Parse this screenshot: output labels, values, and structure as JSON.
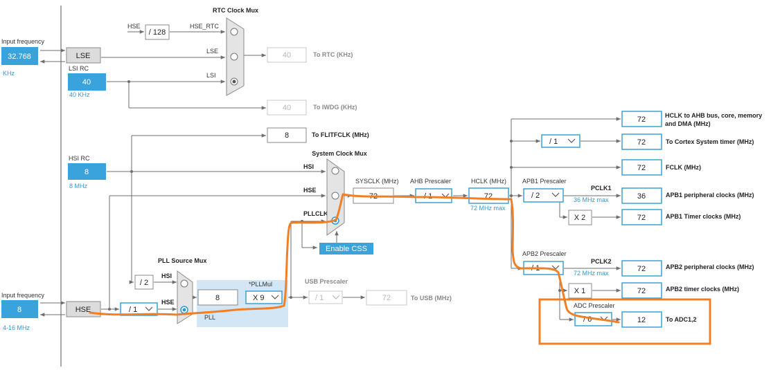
{
  "inputs": {
    "input_frequency_label": "Input frequency",
    "lse_freq": "32.768",
    "lse_unit": "KHz",
    "lse_label": "LSE",
    "lsi_rc_label": "LSI RC",
    "lsi_value": "40",
    "lsi_unit": "40 KHz",
    "hsi_rc_label": "HSI RC",
    "hsi_value": "8",
    "hsi_unit": "8 MHz",
    "hse_input_label": "Input frequency",
    "hse_freq": "8",
    "hse_range": "4-16 MHz",
    "hse_label": "HSE"
  },
  "rtc": {
    "mux_title": "RTC Clock Mux",
    "hse_label": "HSE",
    "div_128": "/ 128",
    "hse_rtc_label": "HSE_RTC",
    "lse_label": "LSE",
    "lsi_label": "LSI",
    "rtc_value": "40",
    "rtc_dest": "To RTC (KHz)",
    "iwdg_value": "40",
    "iwdg_dest": "To IWDG (KHz)"
  },
  "flit": {
    "value": "8",
    "dest": "To FLITFCLK (MHz)"
  },
  "sysclk_mux": {
    "title": "System Clock Mux",
    "hsi": "HSI",
    "hse": "HSE",
    "pllclk": "PLLCLK",
    "enable_css": "Enable CSS"
  },
  "sysclk": {
    "label": "SYSCLK (MHz)",
    "value": "72"
  },
  "ahb": {
    "label": "AHB Prescaler",
    "value": "/ 1"
  },
  "hclk": {
    "label": "HCLK (MHz)",
    "value": "72",
    "max": "72 MHz max"
  },
  "pll": {
    "mux_title": "PLL Source Mux",
    "div2": "/ 2",
    "hsi": "HSI",
    "hse": "HSE",
    "hse_div": "/ 1",
    "value": "8",
    "pllmul_label": "*PLLMul",
    "pllmul_value": "X 9",
    "pll_label": "PLL"
  },
  "usb": {
    "label": "USB Prescaler",
    "div": "/ 1",
    "value": "72",
    "dest": "To USB (MHz)"
  },
  "outputs": {
    "hclk_ahb_value": "72",
    "hclk_ahb_dest": "HCLK to AHB bus, core, memory and DMA (MHz)",
    "cortex_div": "/ 1",
    "cortex_value": "72",
    "cortex_dest": "To Cortex System timer (MHz)",
    "fclk_value": "72",
    "fclk_dest": "FCLK (MHz)"
  },
  "apb1": {
    "label": "APB1 Prescaler",
    "div": "/ 2",
    "pclk_label": "PCLK1",
    "max": "36 MHz max",
    "periph_value": "36",
    "periph_dest": "APB1 peripheral clocks (MHz)",
    "timer_mul": "X 2",
    "timer_value": "72",
    "timer_dest": "APB1 Timer clocks (MHz)"
  },
  "apb2": {
    "label": "APB2 Prescaler",
    "div": "/ 1",
    "pclk_label": "PCLK2",
    "max": "72 MHz max",
    "periph_value": "72",
    "periph_dest": "APB2 peripheral clocks (MHz)",
    "timer_mul": "X 1",
    "timer_value": "72",
    "timer_dest": "APB2 timer clocks (MHz)"
  },
  "adc": {
    "label": "ADC Prescaler",
    "div": "/ 6",
    "value": "12",
    "dest": "To ADC1,2"
  },
  "colors": {
    "accent": "#3aa3dc",
    "highlight": "#f07f26",
    "wire": "#6e6e6e"
  }
}
